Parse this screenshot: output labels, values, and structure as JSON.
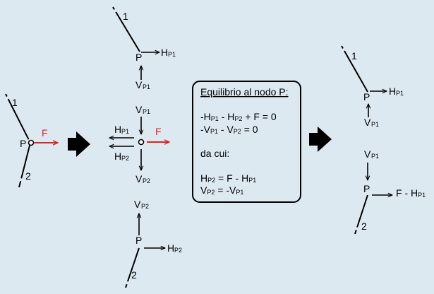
{
  "colors": {
    "background": "#dde9f1",
    "force": "#e8211c",
    "line": "#000000",
    "box_fill": "#dde9f1"
  },
  "labels": {
    "n1": "1",
    "n2": "2",
    "P": "P",
    "F": "F",
    "H": "H",
    "V": "V",
    "sub_p1": "P1",
    "sub_p2": "P2",
    "F_minus_H": "F - H"
  },
  "box": {
    "title": "Equilibrio al nodo P:",
    "eq1": {
      "a": "-H",
      "a_sub": "P1",
      "b": " - H",
      "b_sub": "P2",
      "c": " + F = 0"
    },
    "eq2": {
      "a": "-V",
      "a_sub": "P1",
      "b": " - V",
      "b_sub": "P2",
      "c": " = 0"
    },
    "da_cui": "da cui:",
    "res1": {
      "a": "H",
      "a_sub": "P2",
      "b": " = F - H",
      "b_sub": "P1"
    },
    "res2": {
      "a": "V",
      "a_sub": "P2",
      "b": " = -V",
      "b_sub": "P1"
    }
  },
  "icons": [
    "right-arrow-icon",
    "right-arrow-icon"
  ]
}
